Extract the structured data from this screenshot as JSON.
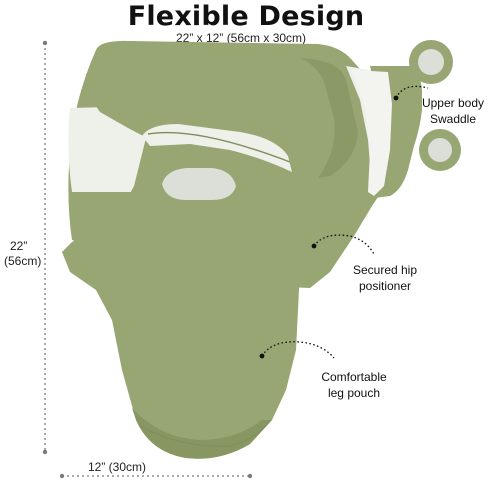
{
  "title": "Flexible Design",
  "dimensions": {
    "top_label": "22” x 12” (56cm x 30cm)",
    "side_label_line1": "22”",
    "side_label_line2": "(56cm)",
    "bottom_label": "12” (30cm)"
  },
  "callouts": {
    "upper_body": [
      "Upper body",
      "Swaddle"
    ],
    "hip": [
      "Secured hip",
      "positioner"
    ],
    "leg": [
      "Comfortable",
      "leg pouch"
    ]
  },
  "colors": {
    "fabric": "#97a672",
    "fabric_shade": "#7f8e5c",
    "fabric_light": "#a6b583",
    "lining": "#eef0ea",
    "tab": "#dcded8",
    "dotted_line": "#7a7a7a",
    "callout_dot": "#111111"
  }
}
